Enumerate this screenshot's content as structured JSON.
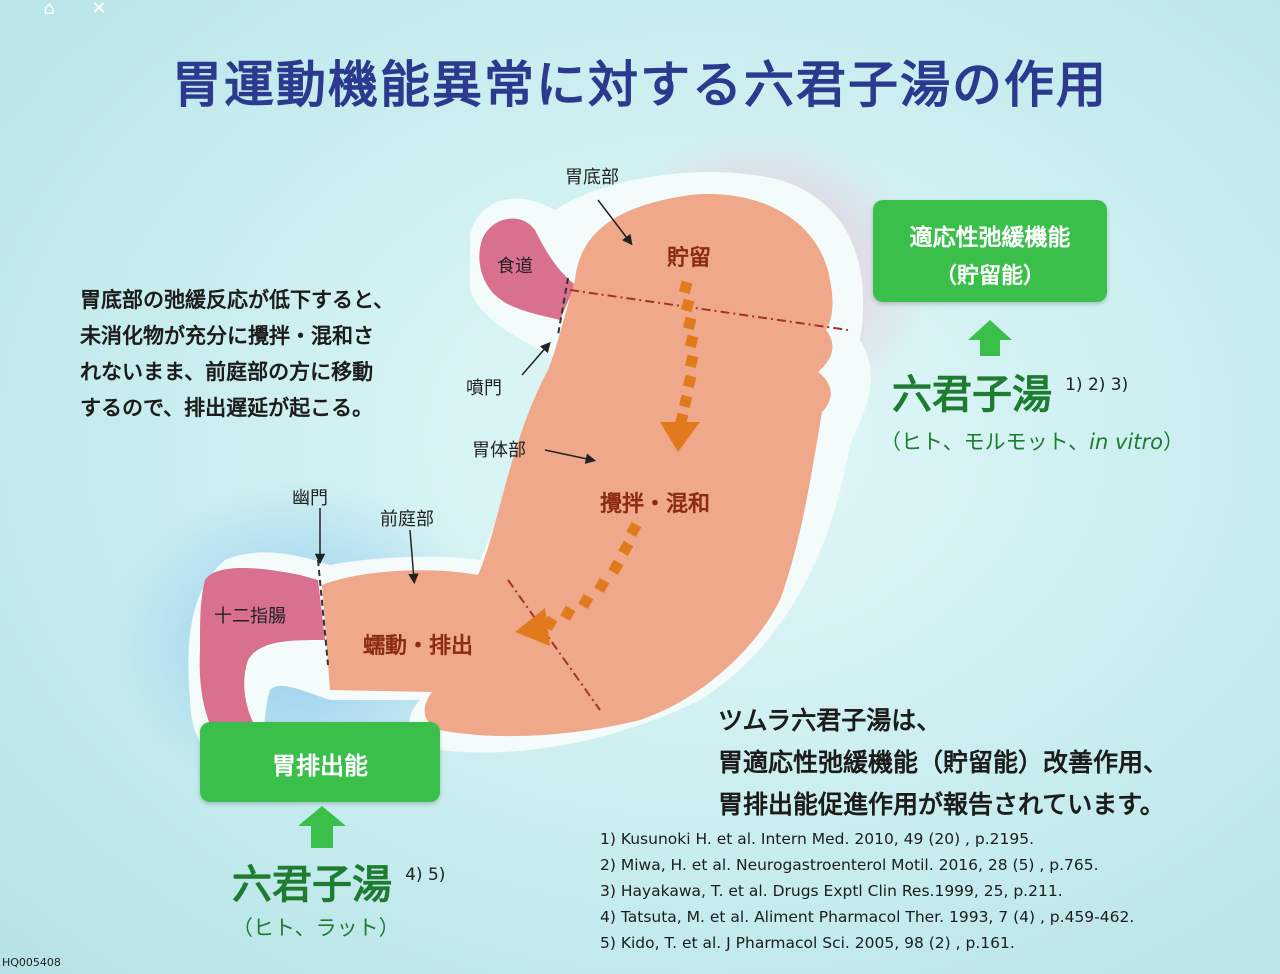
{
  "title": "胃運動機能異常に対する六君子湯の作用",
  "labels": {
    "fundus": "胃底部",
    "esophagus": "食道",
    "cardia": "噴門",
    "body": "胃体部",
    "pylorus": "幽門",
    "antrum": "前庭部",
    "duodenum": "十二指腸"
  },
  "inner_labels": {
    "storage": "貯留",
    "mixing": "攪拌・混和",
    "peristalsis": "蠕動・排出"
  },
  "description": [
    "胃底部の弛緩反応が低下すると、",
    "未消化物が充分に攪拌・混和さ",
    "れないまま、前庭部の方に移動",
    "するので、排出遅延が起こる。"
  ],
  "box_accommodation": {
    "line1": "適応性弛緩機能",
    "line2": "（貯留能）"
  },
  "herb_right": {
    "name": "六君子湯",
    "refs": "1) 2) 3)",
    "subjects_prefix": "（ヒト、モルモット、",
    "subjects_italic": "in vitro",
    "subjects_suffix": "）"
  },
  "box_emptying": {
    "label": "胃排出能"
  },
  "herb_left": {
    "name": "六君子湯",
    "refs": "4) 5)",
    "subjects": "（ヒト、ラット）"
  },
  "summary": [
    "ツムラ六君子湯は、",
    "胃適応性弛緩機能（貯留能）改善作用、",
    "胃排出能促進作用が報告されています。"
  ],
  "references": [
    "1) Kusunoki H. et al. Intern Med. 2010, 49 (20) , p.2195.",
    "2) Miwa, H. et al. Neurogastroenterol Motil. 2016, 28 (5) , p.765.",
    "3) Hayakawa, T. et al. Drugs Exptl Clin Res.1999, 25, p.211.",
    "4) Tatsuta, M. et al. Aliment Pharmacol Ther. 1993, 7 (4) , p.459-462.",
    "5) Kido, T. et al. J Pharmacol Sci. 2005, 98 (2) , p.161."
  ],
  "code": "HQ005408",
  "colors": {
    "title": "#2b3a8f",
    "stomach": "#f0a88a",
    "duct": "#d9708e",
    "green_box": "#3bbf4b",
    "green_text": "#1e7c30",
    "arrow": "#e07a1c"
  }
}
